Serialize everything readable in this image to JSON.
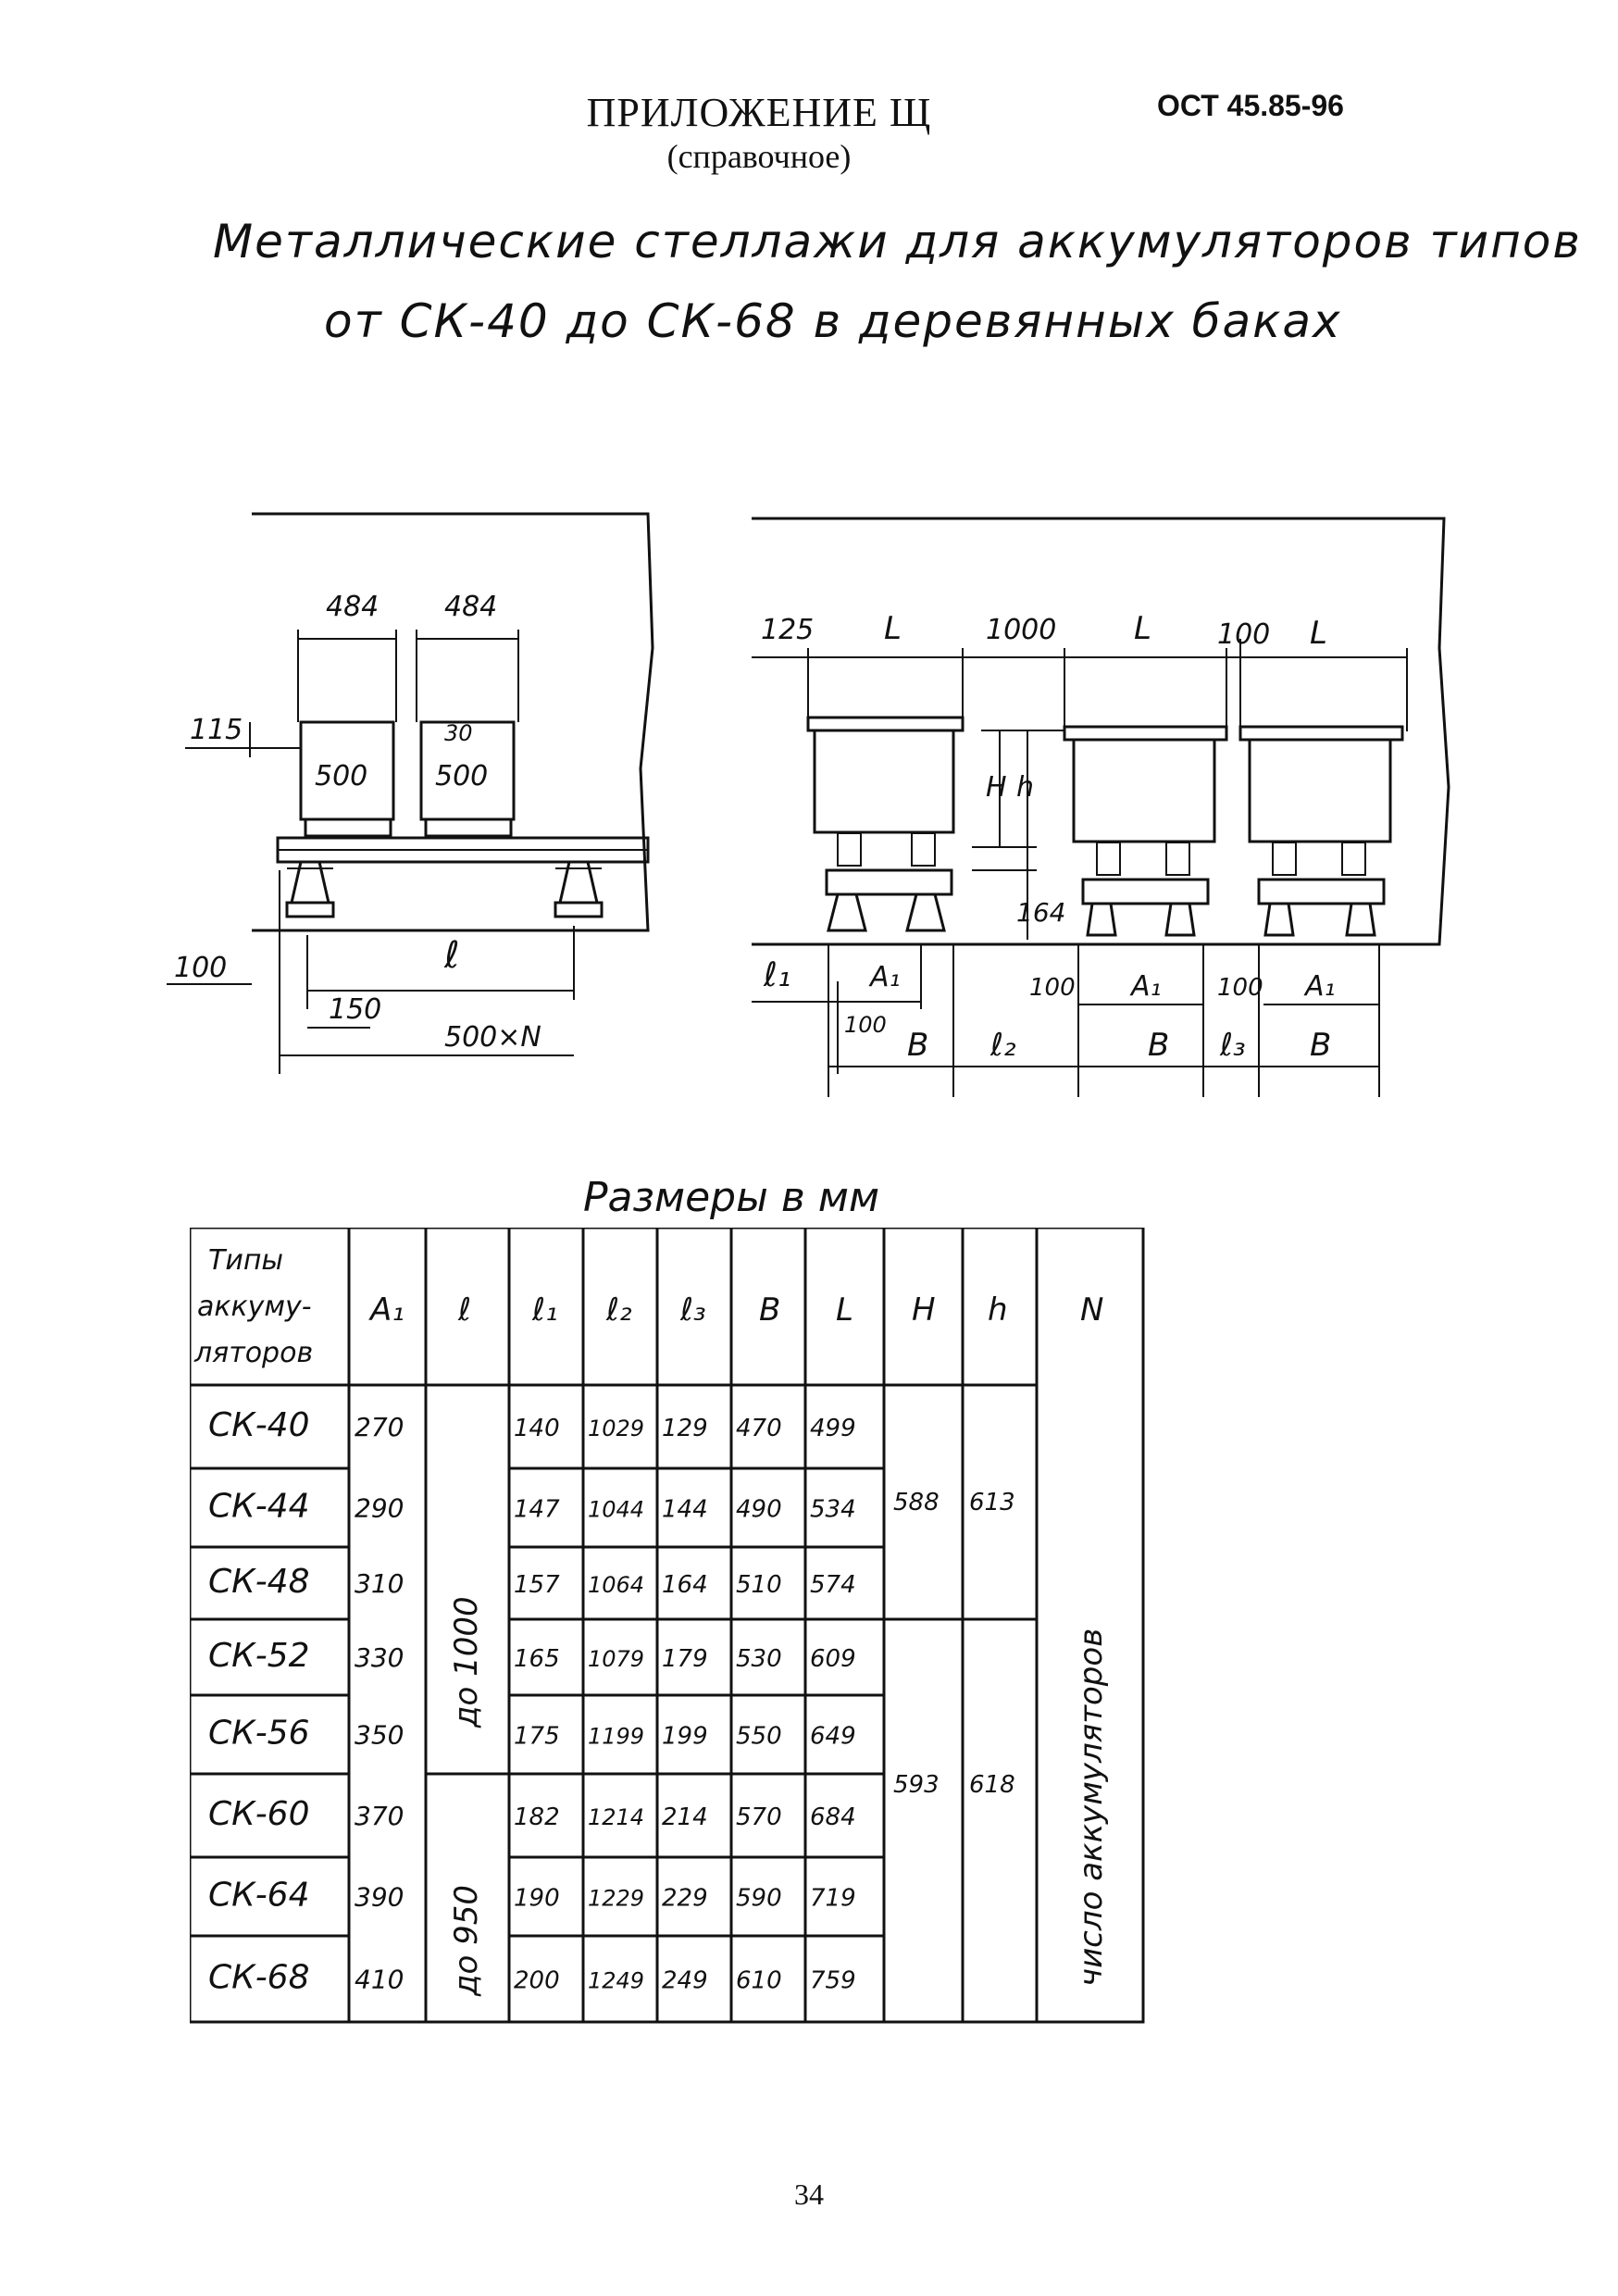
{
  "header": {
    "appendix_title": "ПРИЛОЖЕНИЕ Щ",
    "appendix_note": "(справочное)",
    "doc_code": "ОСТ 45.85-96"
  },
  "heading": {
    "line1": "Металлические стеллажи для аккумуляторов типов",
    "line2": "от СК-40   до   СК-68 в деревянных баках"
  },
  "drawing_left": {
    "dim_top_1": "484",
    "dim_top_2": "484",
    "dim_side_115": "115",
    "dim_30": "30",
    "dim_500_1": "500",
    "dim_500_2": "500",
    "dim_100": "100",
    "dim_l": "ℓ",
    "dim_150": "150",
    "dim_500xN": "500×N"
  },
  "drawing_right": {
    "dim_125": "125",
    "dim_L1": "L",
    "dim_1000": "1000",
    "dim_L2": "L",
    "dim_100_top": "100",
    "dim_L3": "L",
    "dim_H": "H",
    "dim_h": "h",
    "dim_164": "164",
    "dim_l1": "ℓ₁",
    "dim_A1_1": "A₁",
    "dim_100_a": "100",
    "dim_A1_2": "A₁",
    "dim_100_b": "100",
    "dim_A1_3": "A₁",
    "dim_100_c": "100",
    "dim_B1": "В",
    "dim_l2": "ℓ₂",
    "dim_B2": "В",
    "dim_l3": "ℓ₃",
    "dim_B3": "В"
  },
  "units_caption": "Размеры в мм",
  "table": {
    "headers": [
      "Типы аккумуляторов",
      "A₁",
      "ℓ",
      "ℓ₁",
      "ℓ₂",
      "ℓ₃",
      "В",
      "L",
      "H",
      "h",
      "N"
    ],
    "header_type_lines": [
      "Типы",
      "аккуму-",
      "ляторов"
    ],
    "rows": [
      {
        "type": "СК-40",
        "a1": "270",
        "l1": "140",
        "l2": "1029",
        "l3": "129",
        "b": "470",
        "L": "499"
      },
      {
        "type": "СК-44",
        "a1": "290",
        "l1": "147",
        "l2": "1044",
        "l3": "144",
        "b": "490",
        "L": "534"
      },
      {
        "type": "СК-48",
        "a1": "310",
        "l1": "157",
        "l2": "1064",
        "l3": "164",
        "b": "510",
        "L": "574"
      },
      {
        "type": "СК-52",
        "a1": "330",
        "l1": "165",
        "l2": "1079",
        "l3": "179",
        "b": "530",
        "L": "609"
      },
      {
        "type": "СК-56",
        "a1": "350",
        "l1": "175",
        "l2": "1199",
        "l3": "199",
        "b": "550",
        "L": "649"
      },
      {
        "type": "СК-60",
        "a1": "370",
        "l1": "182",
        "l2": "1214",
        "l3": "214",
        "b": "570",
        "L": "684"
      },
      {
        "type": "СК-64",
        "a1": "390",
        "l1": "190",
        "l2": "1229",
        "l3": "229",
        "b": "590",
        "L": "719"
      },
      {
        "type": "СК-68",
        "a1": "410",
        "l1": "200",
        "l2": "1249",
        "l3": "249",
        "b": "610",
        "L": "759"
      }
    ],
    "l_group_1": "до 1000",
    "l_group_2": "до 950",
    "H_group_1": "588",
    "h_group_1": "613",
    "H_group_2": "593",
    "h_group_2": "618",
    "N_text": "число аккумуляторов"
  },
  "page_number": "34"
}
